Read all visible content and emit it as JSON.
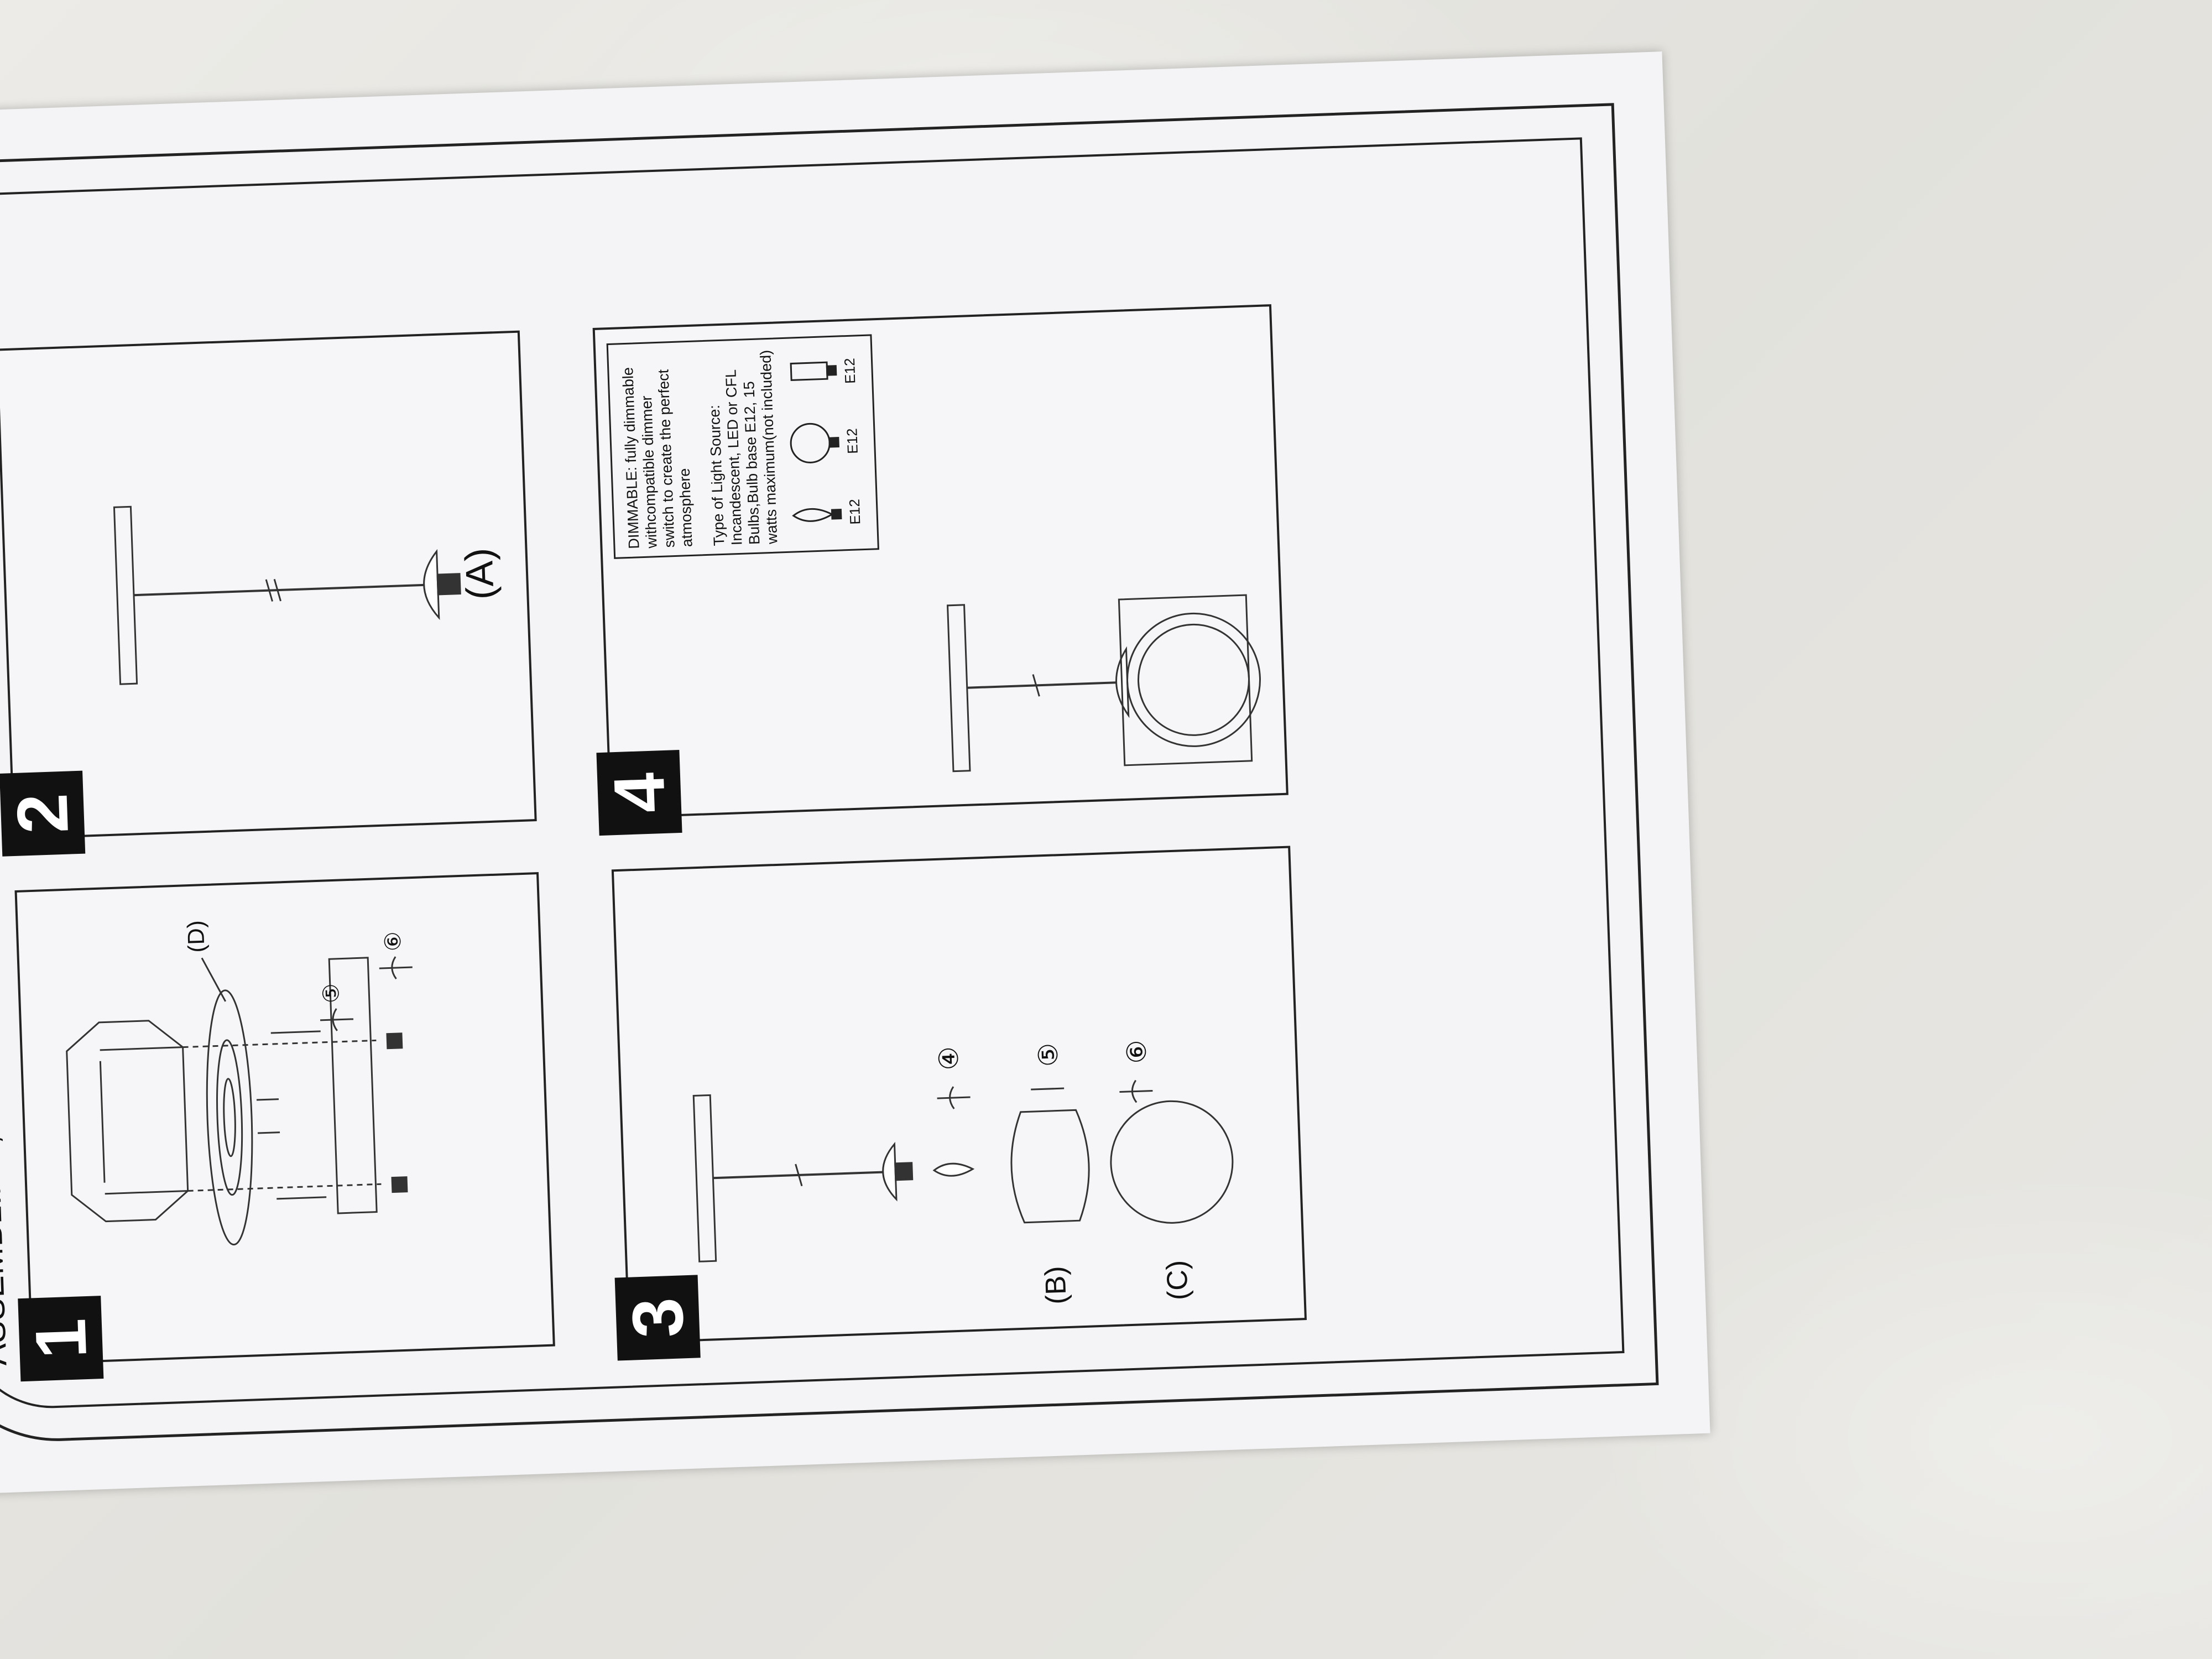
{
  "page": {
    "title": "ASSEMBLING,INSTALLATION,AND MOUNTING"
  },
  "steps": [
    {
      "number": "1",
      "labels": {
        "d": "(D)",
        "screw5": "⑤",
        "screw6": "⑥"
      }
    },
    {
      "number": "2",
      "labels": {
        "a": "(A)"
      }
    },
    {
      "number": "3",
      "labels": {
        "b": "(B)",
        "c": "(C)",
        "n4": "④",
        "n5": "⑤",
        "n6": "⑥"
      }
    },
    {
      "number": "4"
    }
  ],
  "info": {
    "dimmable": "DIMMABLE: fully dimmable withcompatible dimmer switch to create the perfect atmosphere",
    "source": "Type of Light Source: Incandescent, LED or CFL Bulbs,Bulb base E12, 15 watts maximum(not included)",
    "bulb_labels": [
      "E12",
      "E12",
      "E12"
    ]
  }
}
